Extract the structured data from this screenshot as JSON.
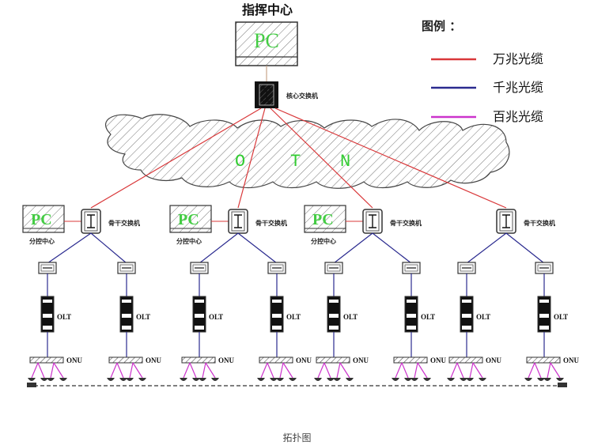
{
  "diagram": {
    "title": "指挥中心",
    "center_pc_label": "PC",
    "core_switch_label": "核心交换机",
    "cloud_letters": [
      "O",
      "T",
      "N"
    ],
    "colors": {
      "gigabit10": "#d9383a",
      "gigabit": "#2a2a8f",
      "mega100": "#cc33cc",
      "pc_text": "#44cc44"
    },
    "legend": {
      "title": "图例 ：",
      "items": [
        {
          "label": "万兆光缆",
          "color": "#d9383a"
        },
        {
          "label": "千兆光缆",
          "color": "#2a2a8f"
        },
        {
          "label": "百兆光缆",
          "color": "#cc33cc"
        }
      ]
    },
    "branches": [
      {
        "sub_center": "分控中心",
        "pc_label": "PC",
        "switch_label": "骨干交换机",
        "olt_label": "OLT",
        "onu_label": "ONU"
      },
      {
        "sub_center": "分控中心",
        "pc_label": "PC",
        "switch_label": "骨干交换机",
        "olt_label": "OLT",
        "onu_label": "ONU"
      },
      {
        "sub_center": "分控中心",
        "pc_label": "PC",
        "switch_label": "骨干交换机",
        "olt_label": "OLT",
        "onu_label": "ONU"
      },
      {
        "sub_center": null,
        "pc_label": null,
        "switch_label": "骨干交换机",
        "olt_label": "OLT",
        "onu_label": "ONU"
      }
    ],
    "caption": "拓扑图"
  }
}
